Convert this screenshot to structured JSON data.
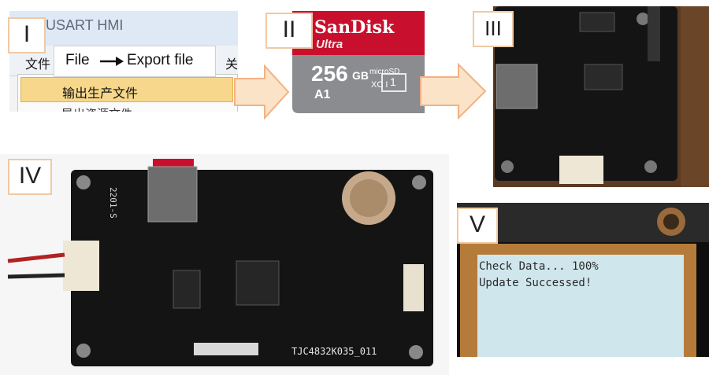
{
  "steps": {
    "s1": "I",
    "s2": "II",
    "s3": "III",
    "s4": "IV",
    "s5": "V"
  },
  "editor": {
    "app_title": "USART HMI",
    "menu_file": "文件",
    "menu_close": "关",
    "callout": "File",
    "callout_target": "Export file",
    "menu_item_export": "输出生产文件",
    "menu_item_next": "导出资源文件"
  },
  "sdcard": {
    "brand": "SanDisk",
    "series": "Ultra",
    "capacity": "256",
    "unit": "GB",
    "type": "microSD",
    "class": "XC I",
    "speed": "A1",
    "uhs": "1"
  },
  "board": {
    "model": "TJC4832K035_011",
    "date_code": "2201-S"
  },
  "screen": {
    "line1": "Check Data... 100%",
    "line2": "Update Successed!"
  },
  "colors": {
    "arrow_fill": "#fbe3c8",
    "arrow_stroke": "#f4b183",
    "pcb": "#141414",
    "sd_red": "#c8102e",
    "sd_gray": "#8b8c90",
    "lcd": "#cfe6ec"
  }
}
